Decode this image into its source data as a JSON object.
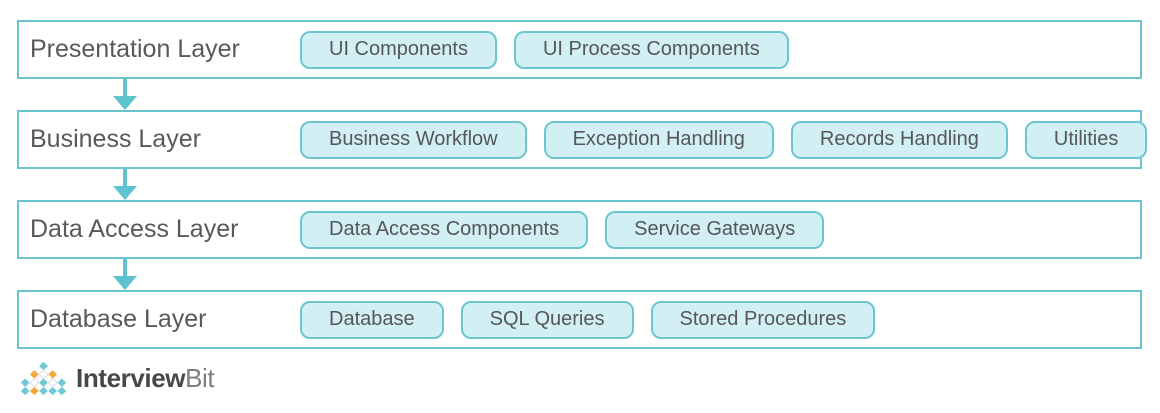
{
  "colors": {
    "row_border": "#69c4cf",
    "chip_bg": "#d2f0f4",
    "chip_border": "#6cc6d0",
    "chip_text": "#54565a",
    "label_text": "#58595b",
    "arrow": "#5ec3cf",
    "logo_teal": "#6fc9d4",
    "logo_orange": "#f4a73d",
    "logo_white_border": "#c9cdd0",
    "brand_dark": "#46484b",
    "brand_light": "#7b7e82"
  },
  "layers": [
    {
      "label": "Presentation Layer",
      "chips": [
        "UI Components",
        "UI Process Components"
      ]
    },
    {
      "label": "Business Layer",
      "chips": [
        "Business Workflow",
        "Exception Handling",
        "Records Handling",
        "Utilities"
      ]
    },
    {
      "label": "Data Access Layer",
      "chips": [
        "Data Access Components",
        "Service Gateways"
      ]
    },
    {
      "label": "Database Layer",
      "chips": [
        "Database",
        "SQL Queries",
        "Stored Procedures"
      ]
    }
  ],
  "branding": {
    "logo_icon": "interviewbit-diamond-pyramid",
    "logo_text_bold": "Interview",
    "logo_text_light": "Bit"
  }
}
